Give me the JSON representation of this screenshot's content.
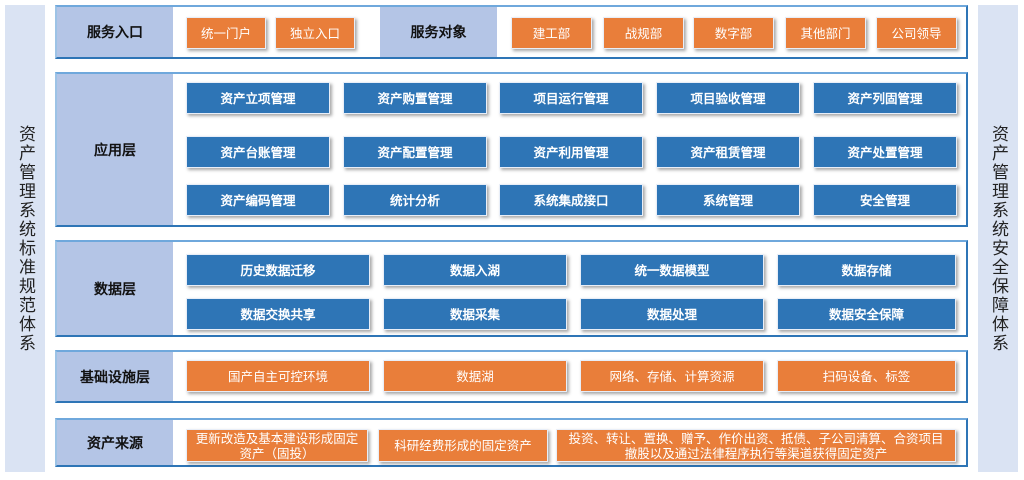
{
  "left_label": "资产管理系统标准规范体系",
  "right_label": "资产管理系统安全保障体系",
  "entry": {
    "label": "服务入口",
    "items": [
      "统一门户",
      "独立入口"
    ]
  },
  "target": {
    "label": "服务对象",
    "items": [
      "建工部",
      "战规部",
      "数字部",
      "其他部门",
      "公司领导"
    ]
  },
  "app": {
    "label": "应用层",
    "items": [
      "资产立项管理",
      "资产购置管理",
      "项目运行管理",
      "项目验收管理",
      "资产列固管理",
      "资产台账管理",
      "资产配置管理",
      "资产利用管理",
      "资产租赁管理",
      "资产处置管理",
      "资产编码管理",
      "统计分析",
      "系统集成接口",
      "系统管理",
      "安全管理"
    ]
  },
  "data": {
    "label": "数据层",
    "items": [
      "历史数据迁移",
      "数据入湖",
      "统一数据模型",
      "数据存储",
      "数据交换共享",
      "数据采集",
      "数据处理",
      "数据安全保障"
    ]
  },
  "infra": {
    "label": "基础设施层",
    "items": [
      "国产自主可控环境",
      "数据湖",
      "网络、存储、计算资源",
      "扫码设备、标签"
    ]
  },
  "source": {
    "label": "资产来源",
    "items": [
      "更新改造及基本建设形成固定资产（固投）",
      "科研经费形成的固定资产",
      "投资、转让、置换、赠予、作价出资、抵债、子公司清算、合资项目撤股以及通过法律程序执行等渠道获得固定资产"
    ]
  }
}
